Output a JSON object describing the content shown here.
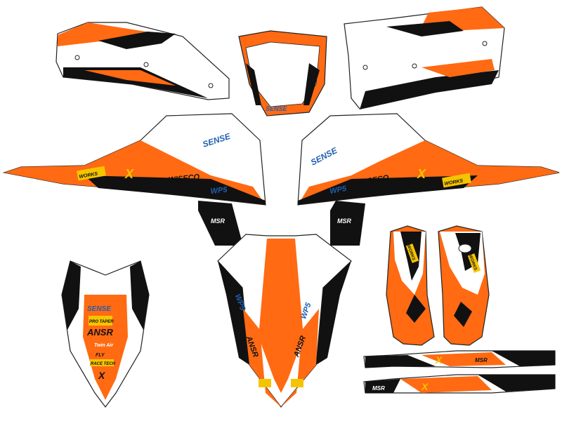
{
  "colors": {
    "orange": "#ff6a13",
    "black": "#111111",
    "white": "#ffffff",
    "blue": "#1f5fb0",
    "yellow": "#f5c400",
    "outline": "#222222"
  },
  "sponsors": {
    "sense": "SENSE",
    "wiseco": "WISECO",
    "wp": "WP5",
    "x": "X",
    "msr": "MSR",
    "ansr": "ANSR",
    "fly": "FLY",
    "works": "WORKS",
    "pro_taper": "PRO TAPER",
    "twin_air": "Twin Air",
    "race_tech": "RACE TECH"
  }
}
